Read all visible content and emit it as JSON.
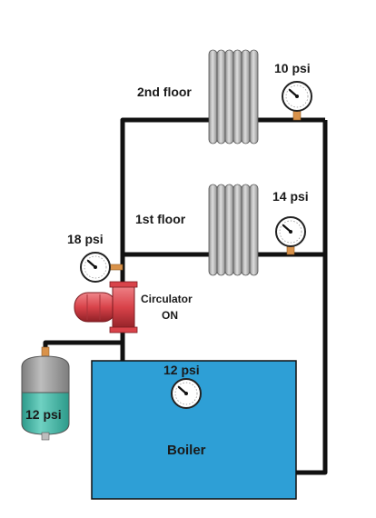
{
  "labels": {
    "second_floor": "2nd floor",
    "first_floor": "1st floor",
    "circulator_line1": "Circulator",
    "circulator_line2": "ON",
    "boiler": "Boiler"
  },
  "gauges": {
    "second_floor": "10 psi",
    "first_floor": "14 psi",
    "pump_outlet": "18 psi",
    "boiler": "12 psi",
    "expansion_tank": "12 psi"
  },
  "colors": {
    "pipe": "#111111",
    "boiler": "#2e9fd6",
    "radiator": "#c4c4c4",
    "pump": "#d9434a",
    "tank_top": "#9b9b9b",
    "tank_bottom": "#3cb3a2",
    "fitting": "#d9924a"
  },
  "icons": {
    "gauge": "pressure-gauge-icon",
    "pump": "circulator-pump-icon",
    "radiator": "radiator-icon",
    "tank": "expansion-tank-icon"
  }
}
